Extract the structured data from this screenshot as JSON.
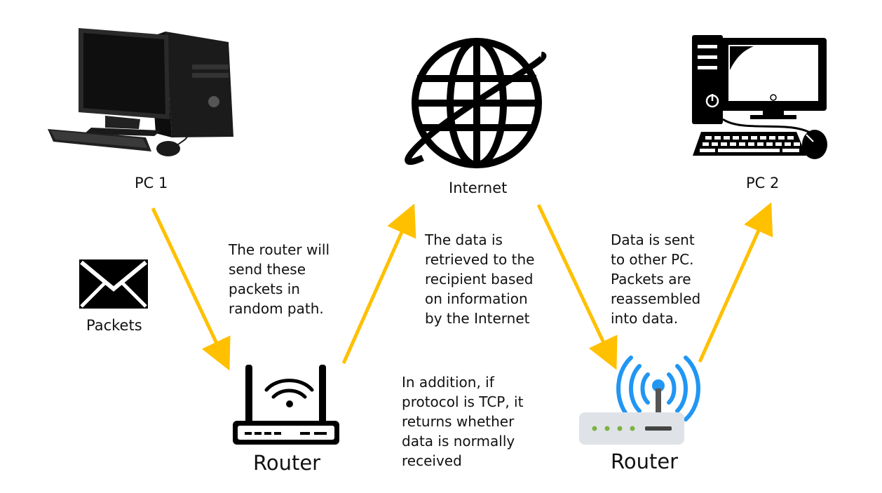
{
  "nodes": {
    "pc1": {
      "label": "PC 1"
    },
    "internet": {
      "label": "Internet"
    },
    "pc2": {
      "label": "PC 2"
    },
    "packets": {
      "label": "Packets"
    },
    "router_left": {
      "label": "Router"
    },
    "router_right": {
      "label": "Router"
    }
  },
  "notes": {
    "router_send": "The router will\nsend these\npackets in\nrandom path.",
    "data_retrieved": "The data is\nretrieved to the\nrecipient based\non information\nby the Internet",
    "data_sent": "Data is sent\nto other PC.\nPackets are\nreassembled\ninto data.",
    "tcp": "In addition, if\nprotocol is TCP, it\nreturns whether\ndata is normally\nreceived"
  },
  "colors": {
    "arrow": "#ffc000",
    "wifi_blue": "#2196f3",
    "led_green": "#7cb342",
    "router_body": "#dfe3e8"
  }
}
